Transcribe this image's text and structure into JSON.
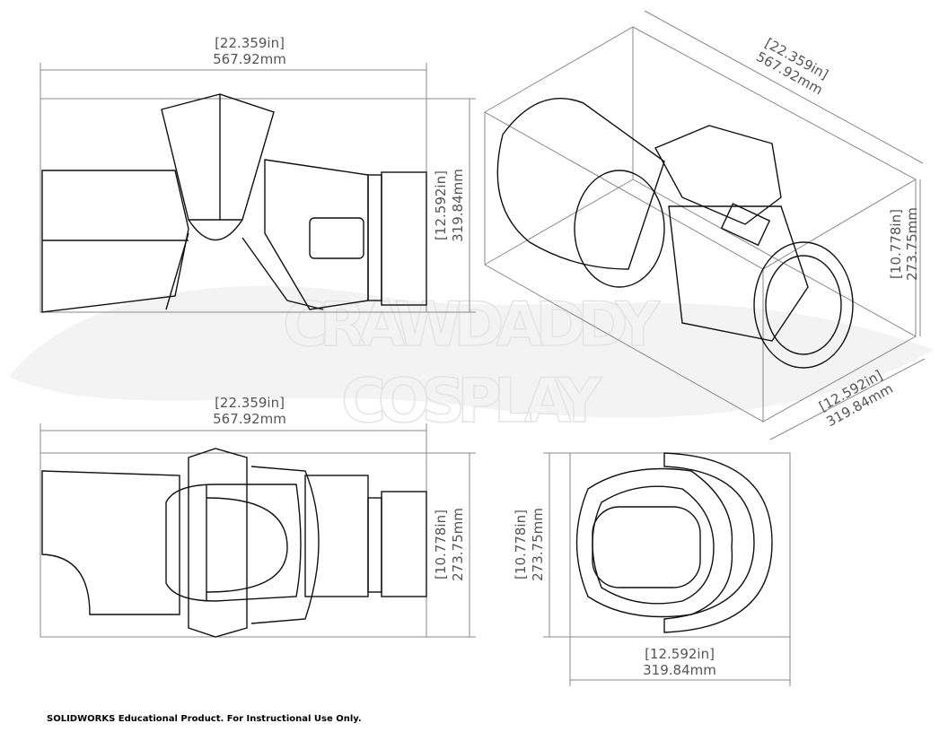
{
  "watermark": {
    "line1": "CRAWDADDY",
    "line2": "COSPLAY"
  },
  "front_view": {
    "width_in": "[22.359in]",
    "width_mm": "567.92mm",
    "height_in": "[12.592in]",
    "height_mm": "319.84mm"
  },
  "iso_view": {
    "length_in": "[22.359in]",
    "length_mm": "567.92mm",
    "height_in": "[10.778in]",
    "height_mm": "273.75mm",
    "depth_in": "[12.592in]",
    "depth_mm": "319.84mm"
  },
  "top_view": {
    "width_in": "[22.359in]",
    "width_mm": "567.92mm",
    "height_in": "[10.778in]",
    "height_mm": "273.75mm"
  },
  "side_view": {
    "height_in": "[10.778in]",
    "height_mm": "273.75mm",
    "width_in": "[12.592in]",
    "width_mm": "319.84mm"
  },
  "footer": "SOLIDWORKS Educational Product. For Instructional Use Only."
}
